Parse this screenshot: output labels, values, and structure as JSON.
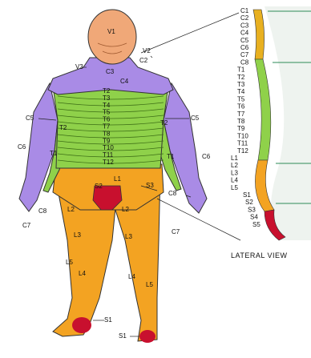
{
  "colors": {
    "head": "#f0a878",
    "cervical": "#a98be6",
    "thoracic": "#8fd14a",
    "lumbar": "#f3a322",
    "sacral": "#c8102e",
    "outline": "#333333"
  },
  "body_labels": {
    "V1": "V1",
    "V2": "V2",
    "V3": "V3",
    "C2": "C2",
    "C3": "C3",
    "C4": "C4",
    "C5_left": "C5",
    "C5_right": "C5",
    "C6_left": "C6",
    "C6_right": "C6",
    "C7_left": "C7",
    "C7_right": "C7",
    "C8_left": "C8",
    "C8_right": "C8",
    "T1_left": "T1",
    "T1_right": "T1",
    "T2_left": "T2",
    "T2_right": "T2",
    "torso_T": [
      "T2",
      "T3",
      "T4",
      "T5",
      "T6",
      "T7",
      "T8",
      "T9",
      "T10",
      "T11",
      "T12"
    ],
    "L1": "L1",
    "S2": "S2",
    "S3": "S3",
    "L2_left": "L2",
    "L2_right": "L2",
    "L3_left": "L3",
    "L3_right": "L3",
    "L4_left": "L4",
    "L4_right": "L4",
    "L5_left": "L5",
    "L5_right": "L5",
    "S1_foot": "S1",
    "S1_heel": "S1"
  },
  "spine_labels": [
    "C1",
    "C2",
    "C3",
    "C4",
    "C5",
    "C6",
    "C7",
    "C8",
    "T1",
    "T2",
    "T3",
    "T4",
    "T5",
    "T6",
    "T7",
    "T8",
    "T9",
    "T10",
    "T11",
    "T12",
    "L1",
    "L2",
    "L3",
    "L4",
    "L5",
    "S1",
    "S2",
    "S3",
    "S4",
    "S5"
  ],
  "caption": "LATERAL VIEW"
}
